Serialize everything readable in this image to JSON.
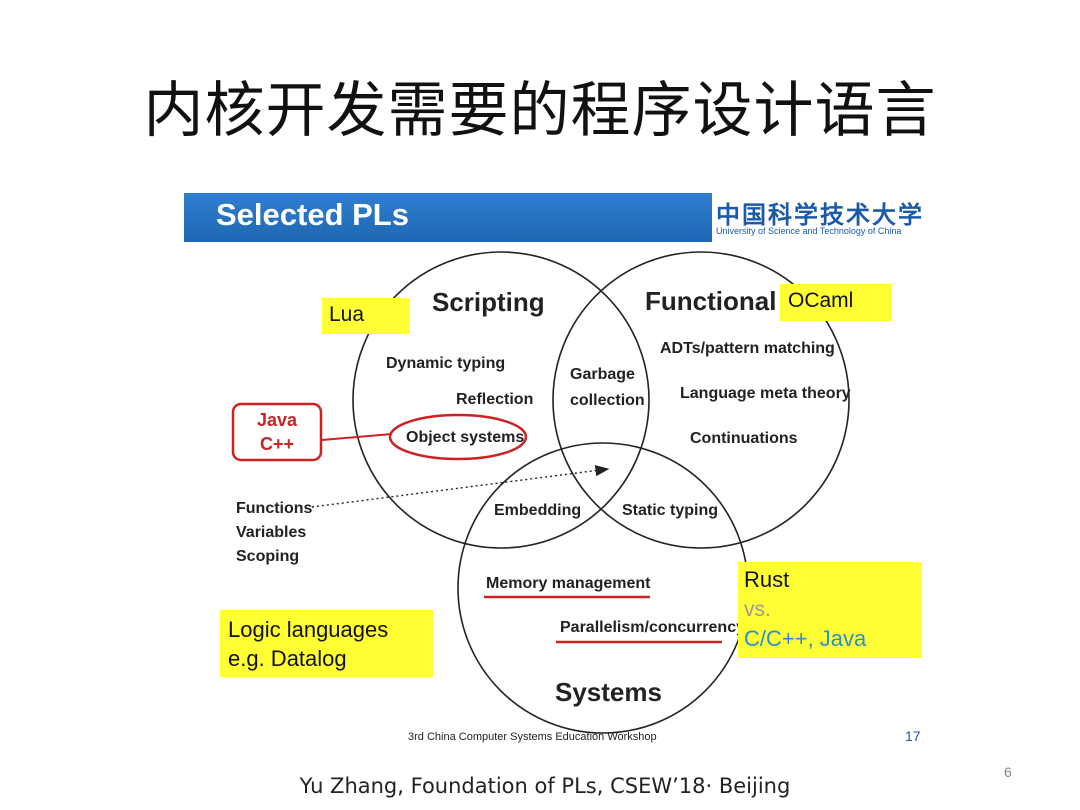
{
  "slide_title": "内核开发需要的程序设计语言",
  "banner": {
    "title": "Selected PLs"
  },
  "university": {
    "name_cn": "中国科学技术大学",
    "name_en": "University of Science and Technology of China"
  },
  "venn": {
    "scripting": {
      "label": "Scripting",
      "items": [
        "Dynamic typing",
        "Reflection",
        "Object systems"
      ]
    },
    "functional": {
      "label": "Functional",
      "items": [
        "ADTs/pattern matching",
        "Language meta theory",
        "Continuations"
      ]
    },
    "systems": {
      "label": "Systems",
      "items": [
        "Memory management",
        "Parallelism/concurrency"
      ]
    },
    "overlap_scripting_functional": [
      "Garbage",
      "collection"
    ],
    "overlap_scripting_systems": "Embedding",
    "overlap_functional_systems": "Static typing",
    "outside_left": [
      "Functions",
      "Variables",
      "Scoping"
    ]
  },
  "callouts": {
    "lua": "Lua",
    "ocaml": "OCaml",
    "java_cpp": [
      "Java",
      "C++"
    ],
    "logic": [
      "Logic languages",
      "e.g. Datalog"
    ],
    "rust": {
      "line1": "Rust",
      "line2": "vs.",
      "line3": "C/C++, Java"
    }
  },
  "colors": {
    "banner": "#2370c0",
    "highlight": "#ffff33",
    "red": "#cc2222",
    "blue_text": "#2a8fd0"
  },
  "workshop_footer": "3rd China Computer Systems Education Workshop",
  "inner_slide_number": "17",
  "footer_credit": "Yu Zhang, Foundation of PLs, CSEW’18· Beijing",
  "page_number": "6"
}
